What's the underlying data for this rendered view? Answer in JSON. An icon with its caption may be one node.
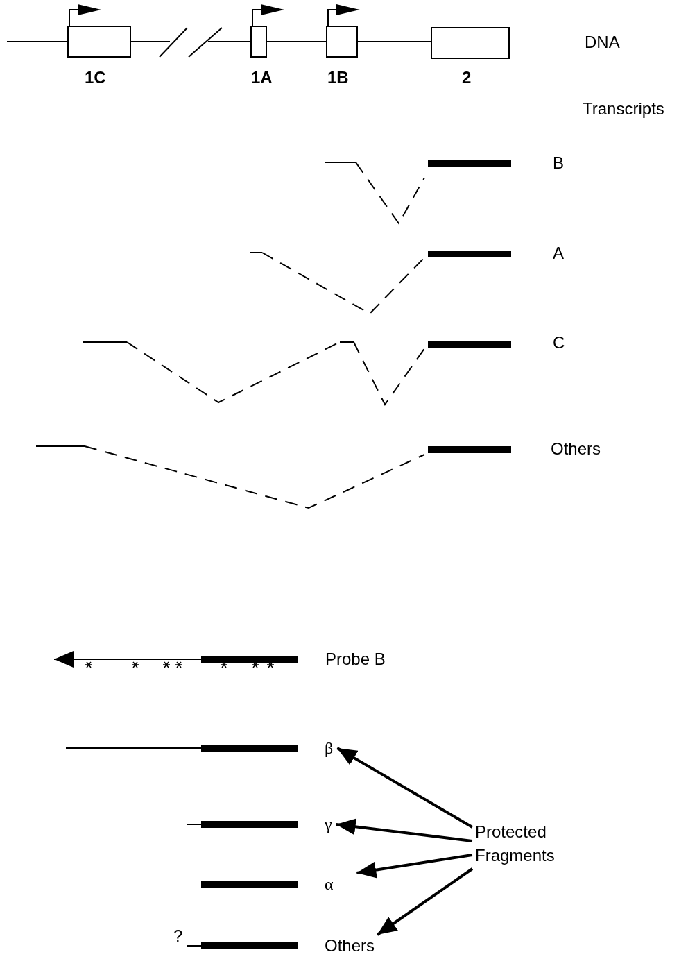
{
  "diagram": {
    "nodes": [
      {
        "text": [
          "Protected Fragments"
        ]
      },
      {
        "text": [
          "β"
        ]
      },
      {
        "text": [
          "γ"
        ]
      },
      {
        "text": [
          "α"
        ]
      },
      {
        "text": [
          "Others"
        ]
      }
    ],
    "edges": [
      {
        "from": 0,
        "to": 1,
        "arrow": "to"
      },
      {
        "from": 0,
        "to": 2,
        "arrow": "to"
      },
      {
        "from": 0,
        "to": 3,
        "arrow": "to"
      },
      {
        "from": 0,
        "to": 4,
        "arrow": "to"
      }
    ],
    "labels": [
      "DNA",
      "1C",
      "1A",
      "1B",
      "2",
      "Transcripts",
      "B",
      "A",
      "C",
      "Others",
      "Probe B",
      "?"
    ]
  }
}
